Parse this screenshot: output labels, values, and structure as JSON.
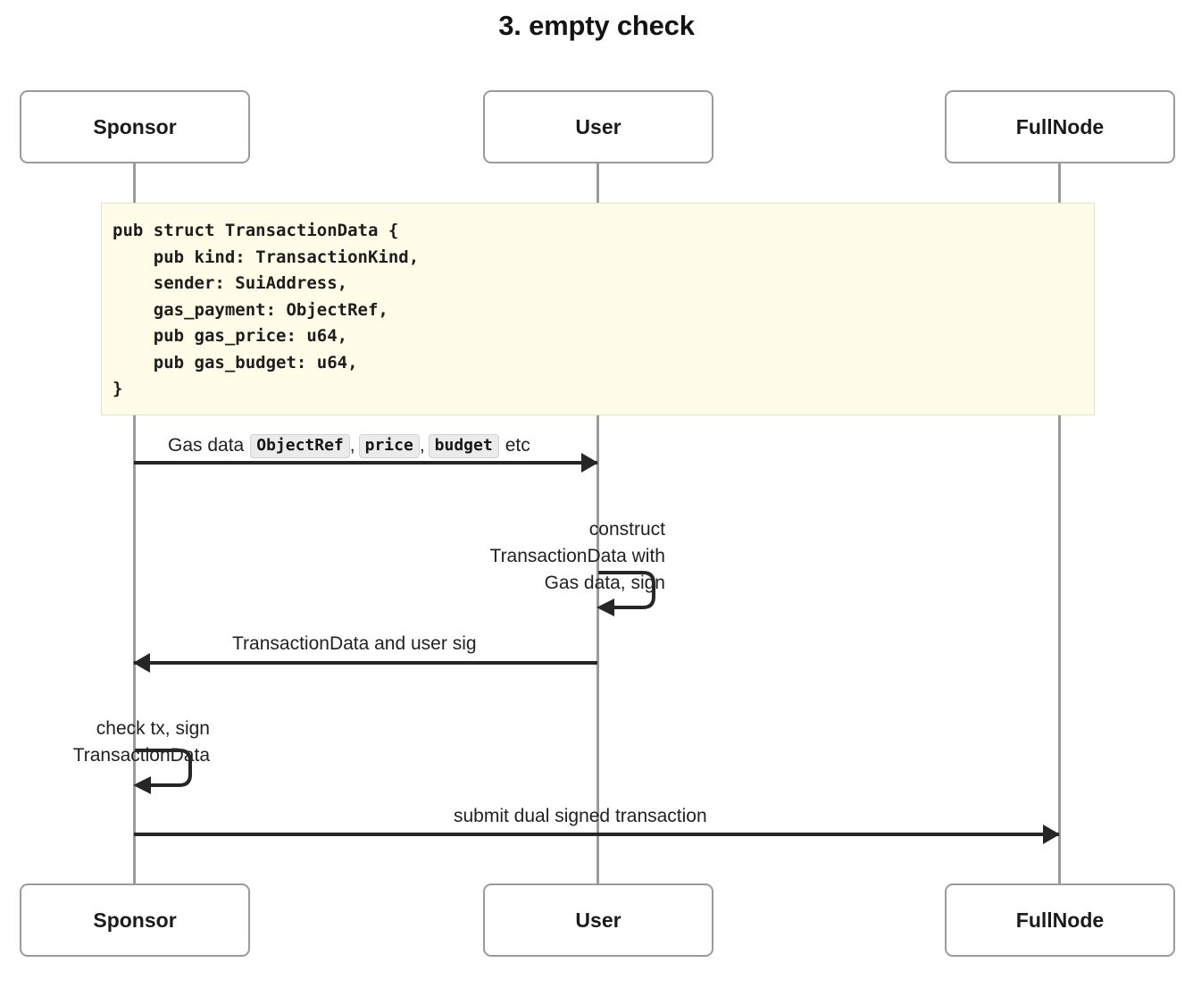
{
  "diagram": {
    "type": "sequence-diagram",
    "title": "3. empty check",
    "participants": [
      {
        "id": "sponsor",
        "label": "Sponsor"
      },
      {
        "id": "user",
        "label": "User"
      },
      {
        "id": "fullnode",
        "label": "FullNode"
      }
    ],
    "note": {
      "code": "pub struct TransactionData {\n    pub kind: TransactionKind,\n    sender: SuiAddress,\n    gas_payment: ObjectRef,\n    pub gas_price: u64,\n    pub gas_budget: u64,\n}",
      "background_color": "#fffce8"
    },
    "messages": [
      {
        "id": "gas-data",
        "from": "sponsor",
        "to": "user",
        "direction": "right",
        "label_parts": [
          {
            "type": "text",
            "value": "Gas data"
          },
          {
            "type": "code",
            "value": "ObjectRef"
          },
          {
            "type": "text",
            "value": ","
          },
          {
            "type": "code",
            "value": "price"
          },
          {
            "type": "text",
            "value": ","
          },
          {
            "type": "code",
            "value": "budget"
          },
          {
            "type": "text",
            "value": "etc"
          }
        ]
      },
      {
        "id": "construct-self",
        "from": "user",
        "to": "user",
        "direction": "self",
        "label": "construct\nTransactionData with\nGas data, sign"
      },
      {
        "id": "transaction-data-user-sig",
        "from": "user",
        "to": "sponsor",
        "direction": "left",
        "label": "TransactionData and user sig"
      },
      {
        "id": "check-tx-self",
        "from": "sponsor",
        "to": "sponsor",
        "direction": "self",
        "label": "check tx, sign\nTransactionData"
      },
      {
        "id": "submit-dual-signed",
        "from": "sponsor",
        "to": "fullnode",
        "direction": "right",
        "label": "submit dual signed transaction"
      }
    ],
    "colors": {
      "actor_border": "#9b9b9b",
      "lifeline": "#9b9b9b",
      "arrow": "#262626",
      "note_background": "#fffce8",
      "code_chip_background": "#ebebeb",
      "text": "#1f2020"
    }
  }
}
